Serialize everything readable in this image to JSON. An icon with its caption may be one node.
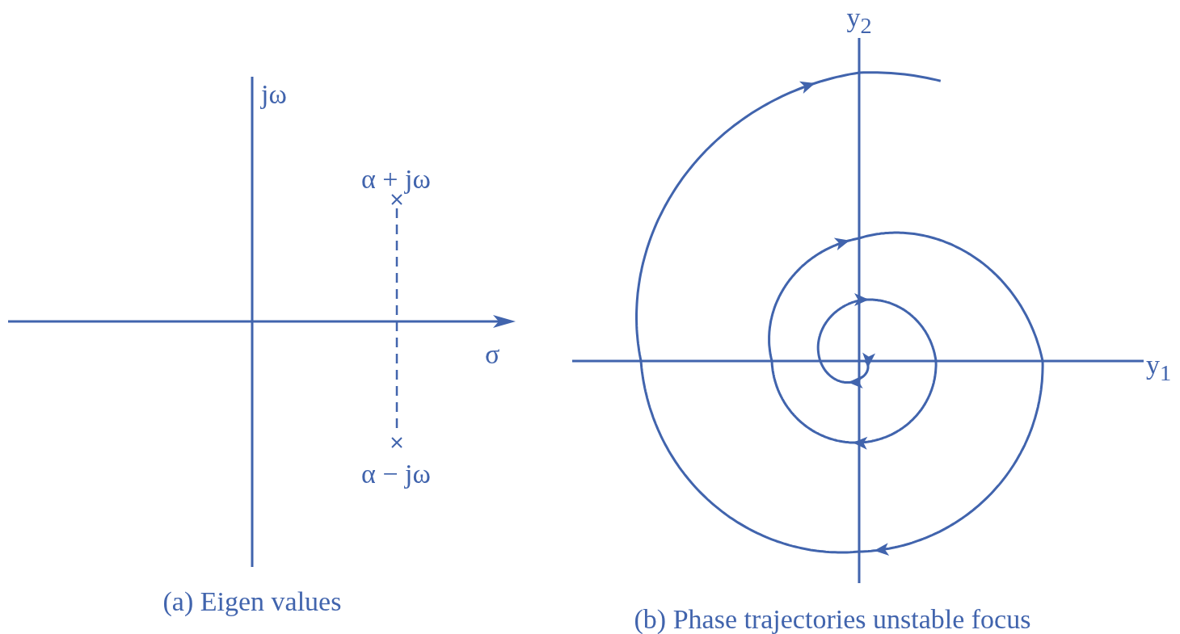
{
  "diagram": {
    "labels": [
      "jω",
      "α + jω",
      "σ",
      "α − jω",
      "(a) Eigen values",
      "y$_{2}$",
      "y$_{1}$",
      "(b) Phase trajectories unstable focus"
    ]
  }
}
